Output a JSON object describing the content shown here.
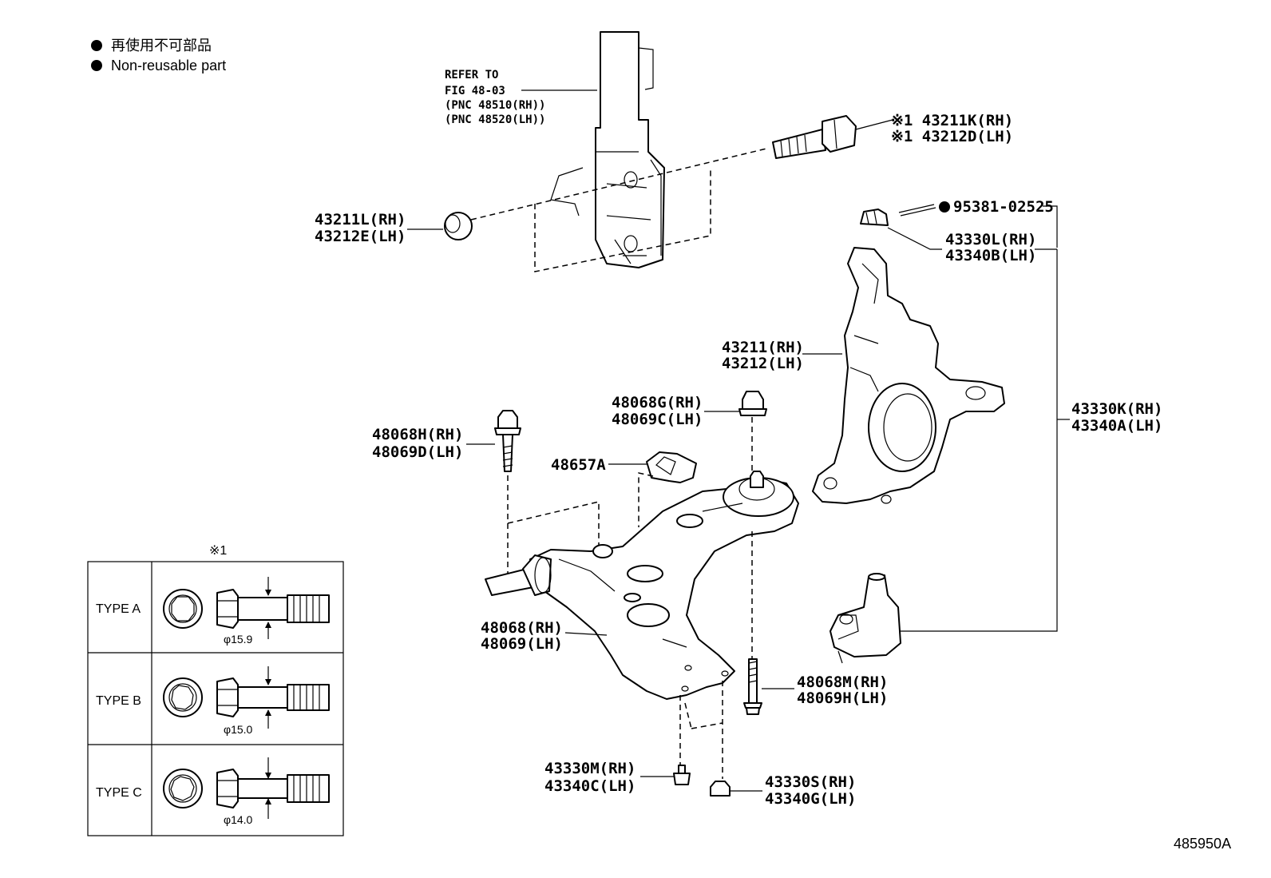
{
  "legend": {
    "dot_jp": "再使用不可部品",
    "dot_en": "Non-reusable part"
  },
  "refer": {
    "line1": "REFER TO",
    "line2": "FIG 48-03",
    "line3": "(PNC 48510(RH))",
    "line4": "(PNC 48520(LH))"
  },
  "callouts": {
    "bolt_upper": [
      "※1 43211K(RH)",
      "※1 43212D(LH)"
    ],
    "nut_strut": [
      "43211L(RH)",
      "43212E(LH)"
    ],
    "cotter_pin": "95381-02525",
    "castle_nut": [
      "43330L(RH)",
      "43340B(LH)"
    ],
    "knuckle": [
      "43211(RH)",
      "43212(LH)"
    ],
    "ball_joint_nut_top": [
      "48068G(RH)",
      "48069C(LH)"
    ],
    "ball_joint": [
      "43330K(RH)",
      "43340A(LH)"
    ],
    "arm_bolt_front": [
      "48068H(RH)",
      "48069D(LH)"
    ],
    "bracket": "48657A",
    "lower_arm": [
      "48068(RH)",
      "48069(LH)"
    ],
    "arm_bolt_rear": [
      "48068M(RH)",
      "48069H(LH)"
    ],
    "bolt_bottom": [
      "43330M(RH)",
      "43340C(LH)"
    ],
    "nut_bottom": [
      "43330S(RH)",
      "43340G(LH)"
    ]
  },
  "type_table": {
    "mark": "※1",
    "rows": [
      {
        "label": "TYPE A",
        "diameter": "φ15.9"
      },
      {
        "label": "TYPE B",
        "diameter": "φ15.0"
      },
      {
        "label": "TYPE C",
        "diameter": "φ14.0"
      }
    ]
  },
  "figure_number": "485950A"
}
